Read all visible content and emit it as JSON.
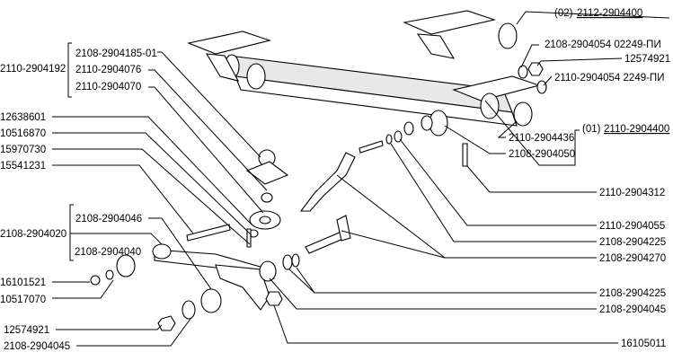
{
  "labels": {
    "assy_02": {
      "prefix": "(02)",
      "number": "2112-2904400"
    },
    "assy_01": {
      "prefix": "(01)",
      "number": "2110-2904400"
    },
    "washer_2108_2904054": "2108-2904054  02249-ПИ",
    "nut_12574921_top": "12574921",
    "washer_2110_2904054": "2110-2904054  2249-ПИ",
    "cap_2110_2904436": "2110-2904436",
    "bushing_2108_2904050": "2108-2904050",
    "bolt_2110_2904312": "2110-2904312",
    "part_2110_2904055": "2110-2904055",
    "washer_2108_2904225_a": "2108-2904225",
    "strut_2108_2904270": "2108-2904270",
    "washer_2108_2904225_b": "2108-2904225",
    "bushing_2108_2904045_right": "2108-2904045",
    "nut_16105011": "16105011",
    "group_2110_2904192": "2110-2904192",
    "balljoint_2108_2904185_01": "2108-2904185-01",
    "boot_2110_2904076": "2110-2904076",
    "ring_2110_2904070": "2110-2904070",
    "part_12638601": "12638601",
    "part_10516870": "10516870",
    "part_15970730": "15970730",
    "bolt_15541231": "15541231",
    "group_2108_2904020": "2108-2904020",
    "arm_2108_2904046": "2108-2904046",
    "bushing_2108_2904040": "2108-2904040",
    "nut_16101521": "16101521",
    "washer_10517070": "10517070",
    "nut_12574921_bottom": "12574921",
    "washer_2108_2904045_bottom": "2108-2904045"
  }
}
